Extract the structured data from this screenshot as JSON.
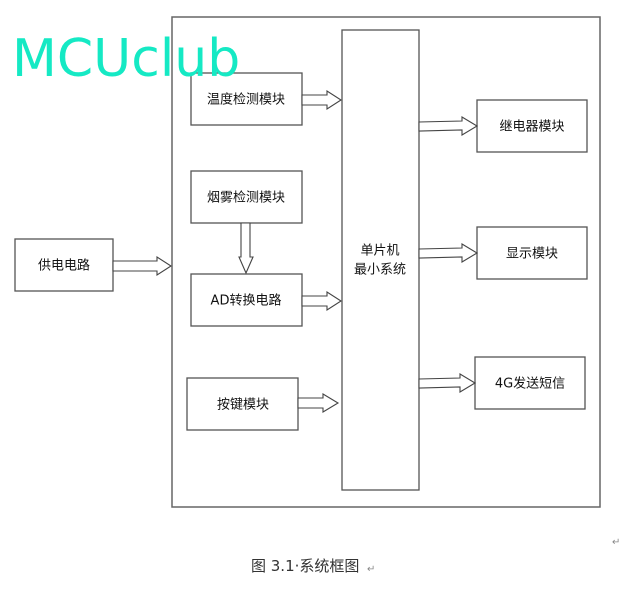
{
  "watermark": "MCUclub",
  "diagram": {
    "system_container": "",
    "power": "供电电路",
    "temp": "温度检测模块",
    "smoke": "烟雾检测模块",
    "adc": "AD转换电路",
    "keys": "按键模块",
    "mcu_line1": "单片机",
    "mcu_line2": "最小系统",
    "relay": "继电器模块",
    "display": "显示模块",
    "gsm": "4G发送短信"
  },
  "caption": "图 3.1·系统框图",
  "paragraph_mark": "↵"
}
